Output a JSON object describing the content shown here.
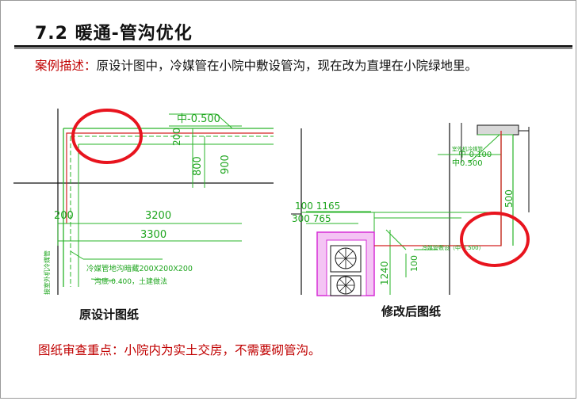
{
  "title": "7.2  暖通-管沟优化",
  "description": {
    "label": "案例描述：",
    "text": "原设计图中，冷媒管在小院中敷设管沟，现在改为直埋在小院绿地里。"
  },
  "left_drawing": {
    "caption": "原设计图纸",
    "dims": {
      "level": "中-0.500",
      "d200_top": "200",
      "d800": "800",
      "d900": "900",
      "d200": "200",
      "d3200": "3200",
      "d3300": "3300",
      "trench_note": "冷媒管地沟暗藏200X200X200",
      "trench_level": "沟底-0.400，土建做法",
      "side_note": "接室外机冷媒管"
    }
  },
  "right_drawing": {
    "caption": "修改后图纸",
    "dims": {
      "d100_1165": "100  1165",
      "d300_765": "300  765",
      "d500": "500",
      "d1240": "1240",
      "d100r": "100",
      "level_pipe": "冷媒管敷设（中-0.500）",
      "top_note1": "中-0.100",
      "top_note2": "中0.500",
      "top_note3": "室外机冷媒管"
    }
  },
  "review_note": "图纸审查重点：小院内为实土交房，不需要砌管沟。",
  "colors": {
    "cad_green": "#1ea51e",
    "highlight_red": "#e8141e",
    "pipe_red": "#d42020",
    "hatch_magenta": "#d62fd6"
  }
}
